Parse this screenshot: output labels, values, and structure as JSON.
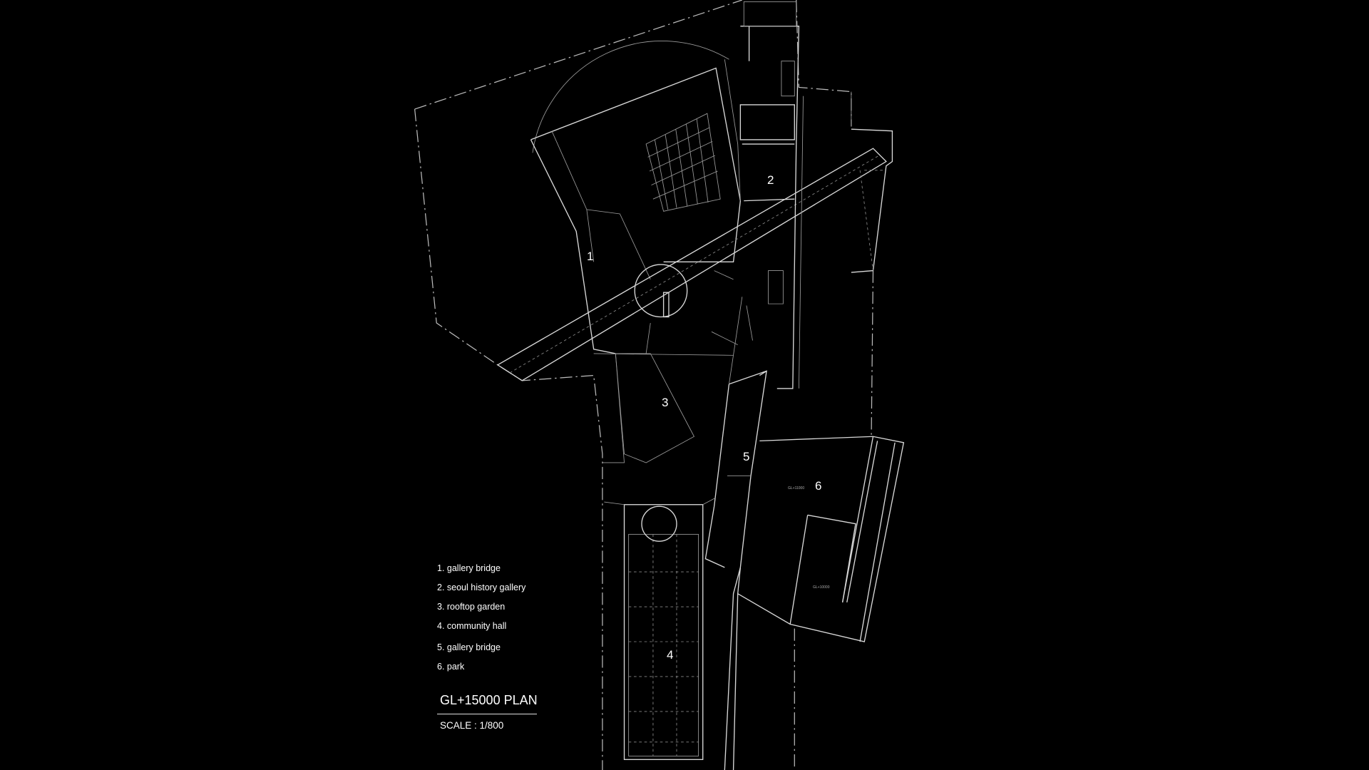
{
  "plan": {
    "title": "GL+15000 PLAN",
    "scale": "SCALE : 1/800",
    "legend": [
      "1. gallery bridge",
      "2. seoul history gallery",
      "3. rooftop garden",
      "4. community hall",
      "5. gallery bridge",
      "6. park"
    ],
    "area_numbers": [
      "1",
      "2",
      "3",
      "4",
      "5",
      "6"
    ],
    "level_marks": [
      "GL+11000",
      "GL+10000"
    ],
    "colors": {
      "background": "#000000",
      "linework": "#d8d8d8"
    }
  }
}
